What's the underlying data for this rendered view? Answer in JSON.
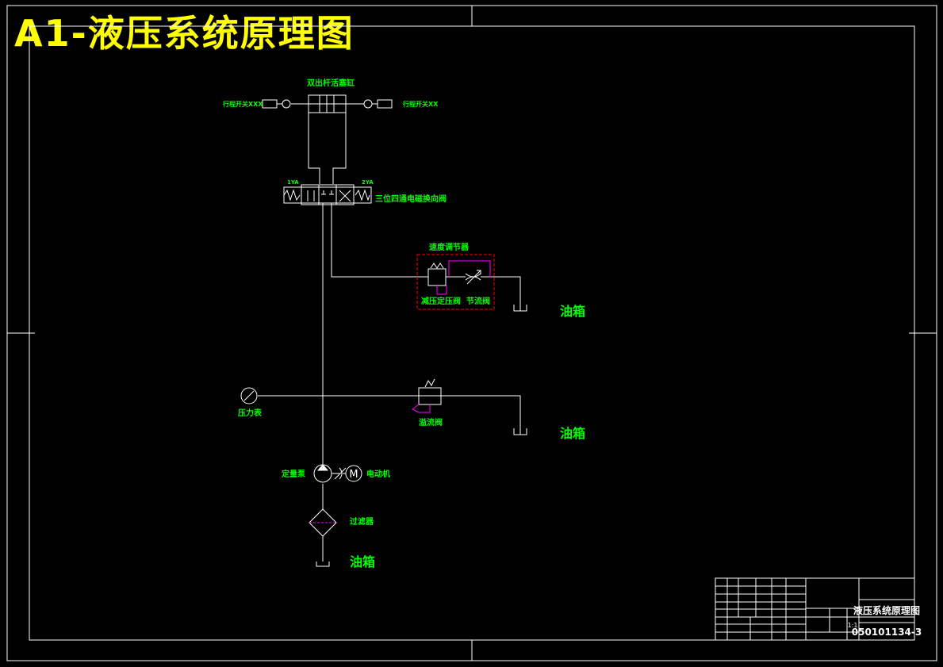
{
  "title": "A1-液压系统原理图",
  "labels": {
    "cylinder": "双出杆活塞缸",
    "limit_left": "行程开关XXX",
    "limit_right": "行程开关XX",
    "sol_a": "1YA",
    "sol_b": "2YA",
    "dir_valve": "三位四通电磁换向阀",
    "speed_regulator": "速度调节器",
    "reducing_valve": "减压定压阀",
    "throttle_valve": "节流阀",
    "tank1": "油箱",
    "pressure_gauge": "压力表",
    "relief_valve": "溢流阀",
    "tank2": "油箱",
    "pump": "定量泵",
    "motor": "电动机",
    "motor_symbol": "M",
    "filter": "过滤器",
    "tank3": "油箱"
  },
  "title_block": {
    "drawing_name": "液压系统原理图",
    "drawing_no": "050101134-3",
    "scale": "1:1"
  },
  "colors": {
    "background": "#000000",
    "title": "#ffff00",
    "label": "#00ff00",
    "line": "#ffffff",
    "boundary": "#ff0000",
    "pilot": "#ff00ff"
  }
}
